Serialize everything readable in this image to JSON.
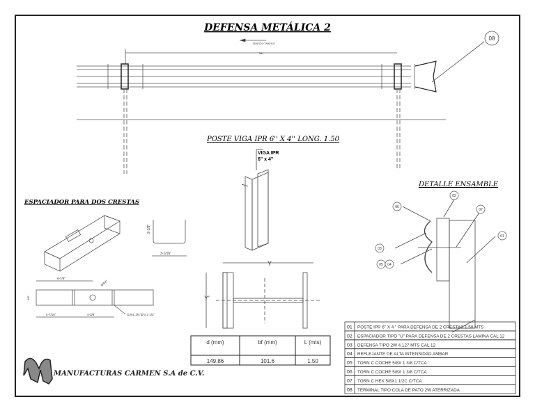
{
  "title": "DEFENSA METÁLICA 2",
  "elevation": {
    "direction_label": "SENTIDO TRAFICO",
    "span_dim": "381",
    "balloon": "08"
  },
  "post": {
    "title": "POSTE VIGA IPR 6'' X 4'' LONG. 1.50",
    "callout_line1": "VIGA IPR",
    "callout_line2": "6\" x 4\"",
    "dim_y": "Y",
    "dim_x": "Y'"
  },
  "spacer": {
    "title": "ESPACIADOR PARA DOS CRESTAS",
    "height_dim": "2-1/8\"",
    "width_dim": "3-1/16\"",
    "plan_dims": {
      "top": "6-7/8\"",
      "left": "4-7/16\"",
      "right": "4-3/8\"",
      "side": "1/8\"",
      "hole": "Ø3/4\"",
      "slot": "OJAL 3/4\"Ø x 2 1/2\""
    }
  },
  "detail": {
    "title": "DETALLE ENSAMBLE",
    "balloons": [
      "06",
      "02",
      "07",
      "01",
      "03",
      "05",
      "04"
    ]
  },
  "dimensions_table": {
    "headers": [
      "d (mm)",
      "bf (mm)",
      "L (mts)"
    ],
    "values": [
      "149.86",
      "101.6",
      "1.50"
    ]
  },
  "parts_list": [
    {
      "no": "01",
      "desc": "POSTE IPR 6\" X 4 \" PARA DEFENSA DE 2 CRESTAS 1.50 MTS"
    },
    {
      "no": "02",
      "desc": "ESPACIADOR  TIPO \"U\" PARA DEFENSA DE 2 CRESTAS LAMINA CAL 12"
    },
    {
      "no": "03",
      "desc": "DEFENSA TIPO 2W 4.127 MTS CAL 12"
    },
    {
      "no": "04",
      "desc": "REFLEJANTE DE ALTA INTENSIDAD AMBAR"
    },
    {
      "no": "05",
      "desc": "TORN C COCHE 5/8X 1 3/8 C/TCA"
    },
    {
      "no": "06",
      "desc": "TORN C COCHE 5/8X 1 3/8 C/TCA"
    },
    {
      "no": "07",
      "desc": "TORN C HEX 5/8X1 1/2C C/TCA"
    },
    {
      "no": "08",
      "desc": "TERMINAL TIPO COLA DE PATO 2W   ATERRIZADA"
    }
  ],
  "company": "MANUFACTURAS CARMEN S.A  de C.V."
}
